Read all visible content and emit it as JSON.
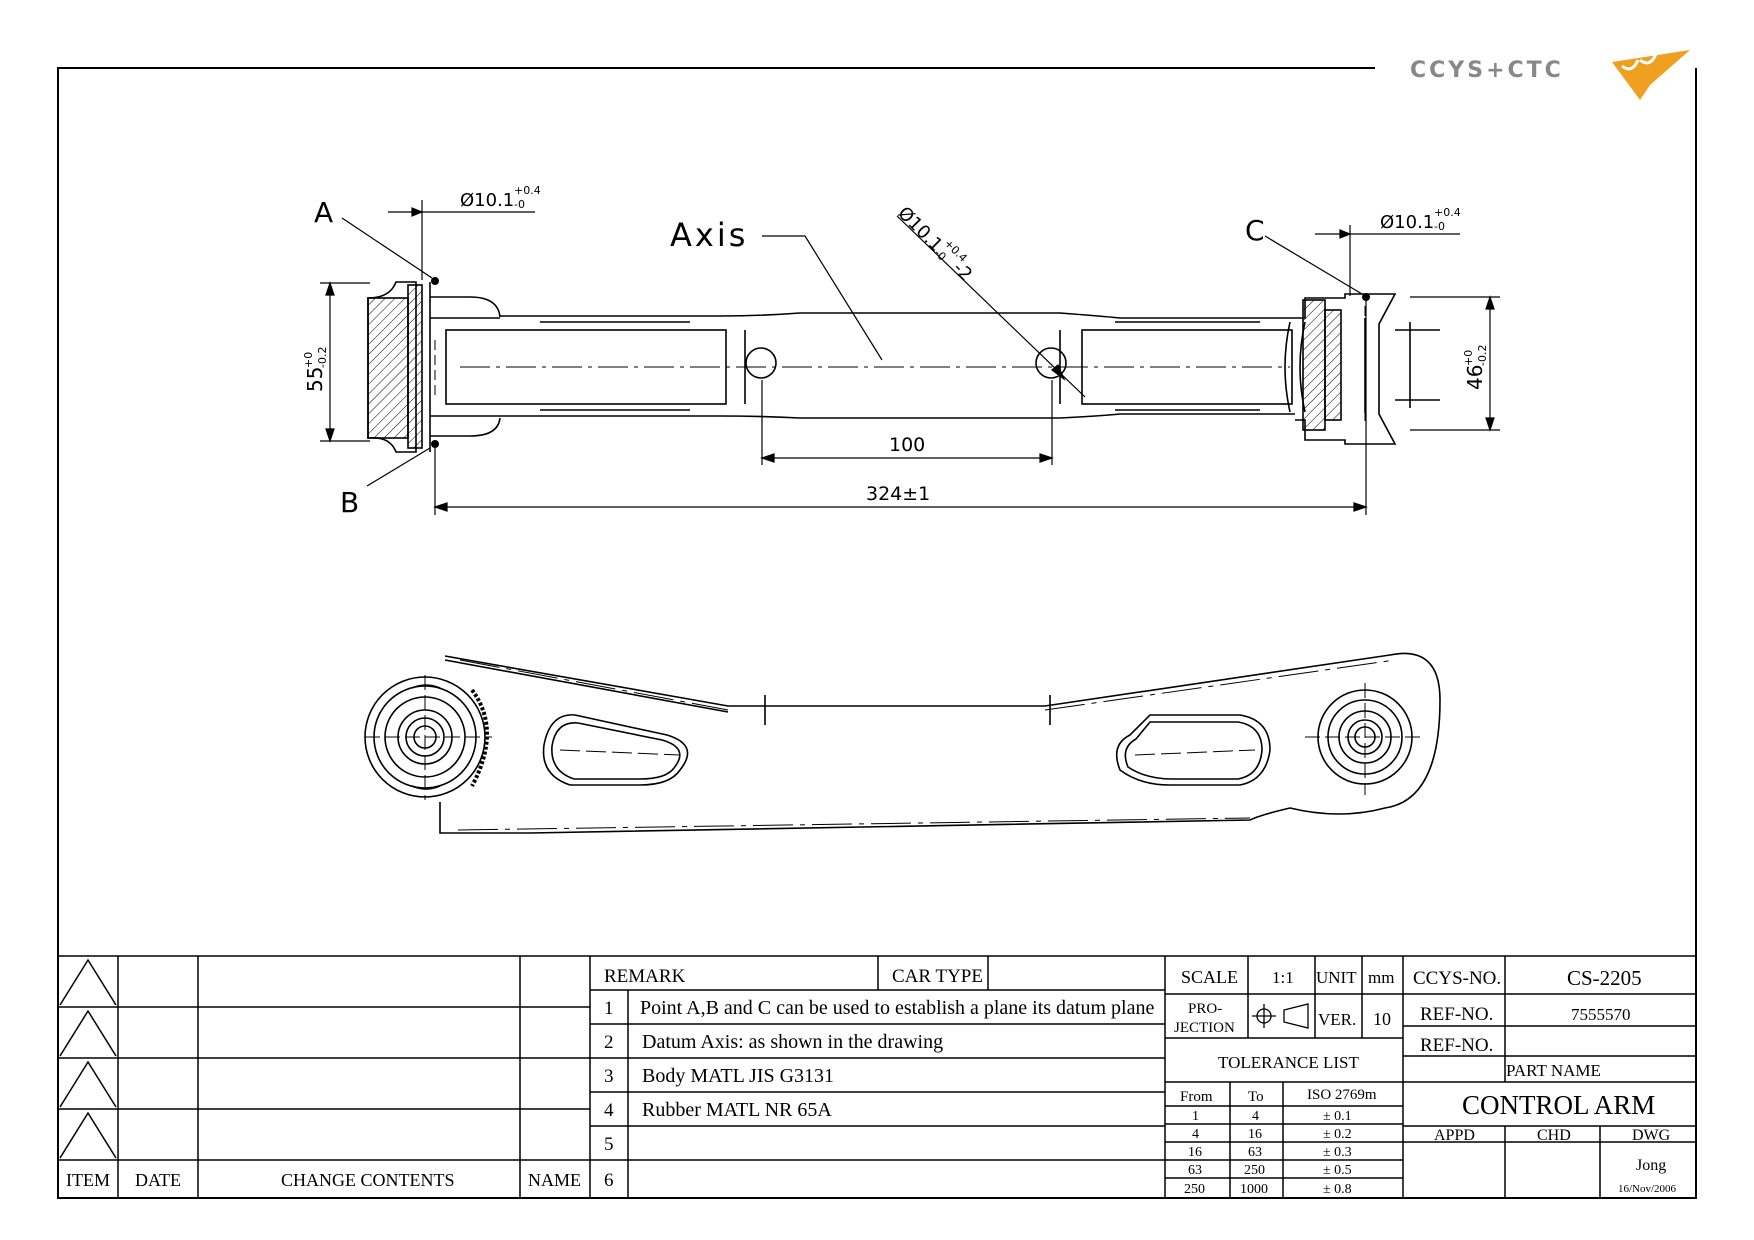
{
  "logo": {
    "text": "CCYS+CTC",
    "accent_color": "#f0a020"
  },
  "drawing": {
    "datum_a": "A",
    "datum_b": "B",
    "datum_c": "C",
    "axis_label": "Axis",
    "hole_a_dia": "Ø10.1",
    "hole_c_dia": "Ø10.1",
    "hole_mid_dia": "Ø10.1",
    "hole_mid_suffix": "-2",
    "tol_plus_04": "+0.4",
    "tol_minus_0": "-0",
    "height_left": "55",
    "height_right": "46",
    "tol_plus_0": "+0",
    "tol_minus_02": "-0.2",
    "dim_spacing": "100",
    "dim_length": "324±1"
  },
  "revision_block": {
    "headers": {
      "item": "ITEM",
      "date": "DATE",
      "change_contents": "CHANGE CONTENTS",
      "name": "NAME"
    },
    "rows": 4
  },
  "remarks": {
    "remark_label": "REMARK",
    "car_type_label": "CAR TYPE",
    "car_type_value": "",
    "items": [
      {
        "no": "1",
        "text": "Point A,B and C can be used to establish a plane its datum plane"
      },
      {
        "no": "2",
        "text": "Datum Axis: as shown in the drawing"
      },
      {
        "no": "3",
        "text": "Body MATL JIS G3131"
      },
      {
        "no": "4",
        "text": "Rubber MATL NR 65A"
      },
      {
        "no": "5",
        "text": ""
      },
      {
        "no": "6",
        "text": ""
      }
    ]
  },
  "info": {
    "scale_label": "SCALE",
    "scale_value": "1:1",
    "unit_label": "UNIT",
    "unit_value": "mm",
    "projection_label_1": "PRO-",
    "projection_label_2": "JECTION",
    "ver_label": "VER.",
    "ver_value": "10",
    "tolerance_title": "TOLERANCE LIST",
    "tol_headers": {
      "from": "From",
      "to": "To",
      "iso": "ISO 2769m"
    },
    "tolerance_rows": [
      {
        "from": "1",
        "to": "4",
        "tol": "± 0.1"
      },
      {
        "from": "4",
        "to": "16",
        "tol": "± 0.2"
      },
      {
        "from": "16",
        "to": "63",
        "tol": "± 0.3"
      },
      {
        "from": "63",
        "to": "250",
        "tol": "± 0.5"
      },
      {
        "from": "250",
        "to": "1000",
        "tol": "± 0.8"
      }
    ]
  },
  "title_block": {
    "ccys_no_label": "CCYS-NO.",
    "ccys_no_value": "CS-2205",
    "ref_no_label": "REF-NO.",
    "ref_no_value": "7555570",
    "ref_no_label_2": "REF-NO.",
    "ref_no_value_2": "",
    "part_name_label": "PART NAME",
    "part_name_value": "CONTROL ARM",
    "appd_label": "APPD",
    "chd_label": "CHD",
    "dwg_label": "DWG",
    "drawn_by": "Jong",
    "date": "16/Nov/2006"
  }
}
